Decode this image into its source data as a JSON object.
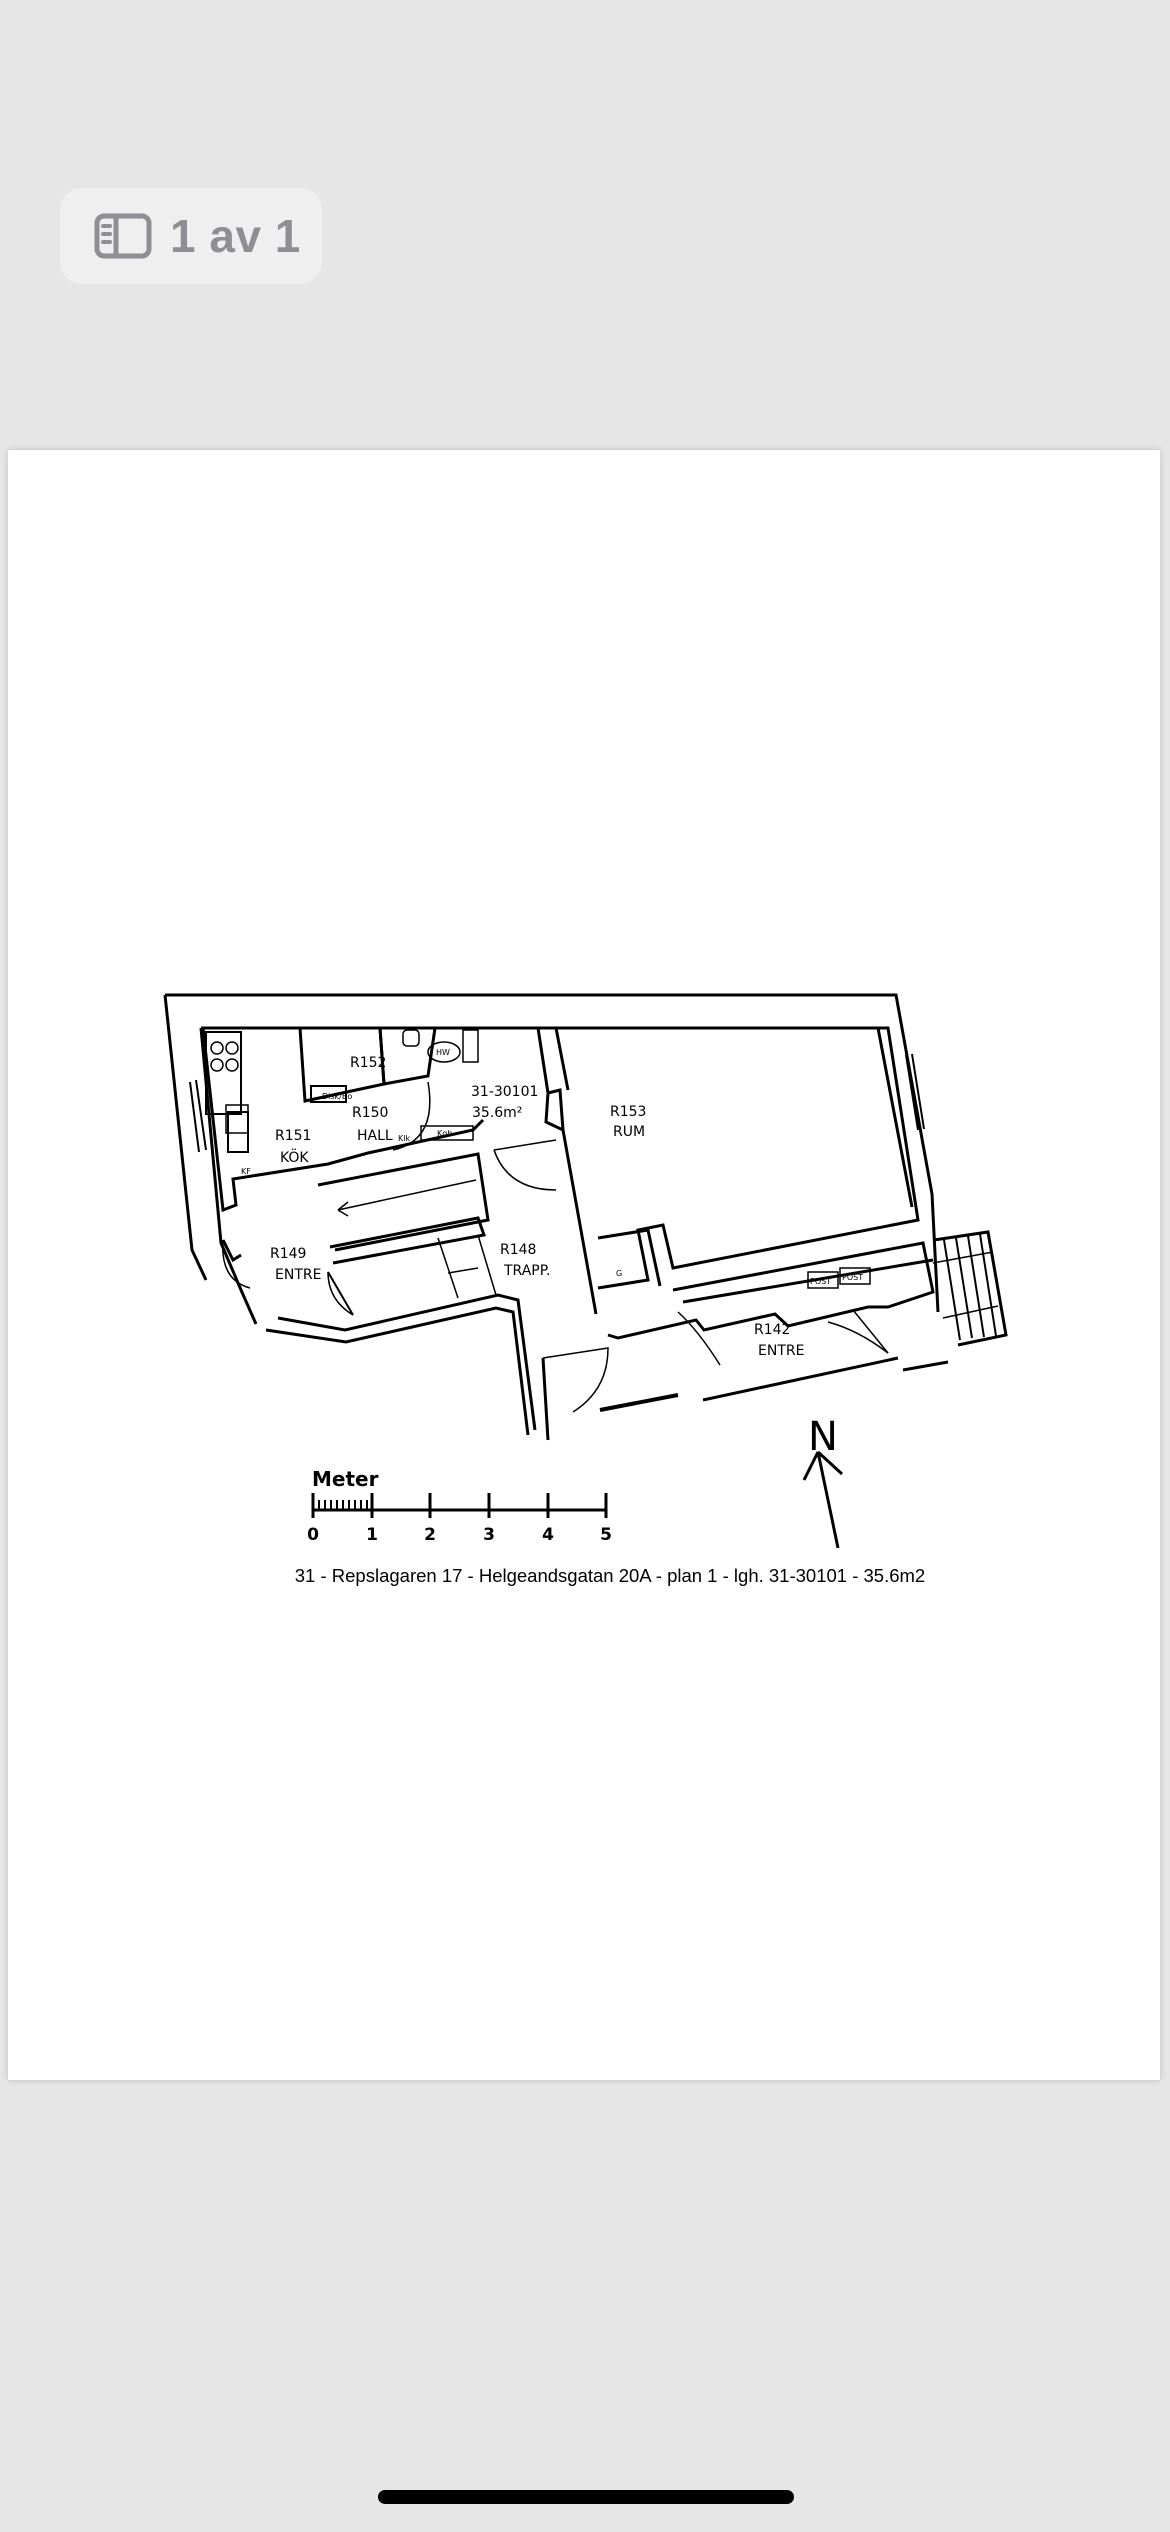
{
  "viewer": {
    "page_indicator": "1 av 1",
    "icon": "sidebar-icon"
  },
  "floorplan": {
    "rooms": {
      "r152": "R152",
      "r150": "R150",
      "r150_name": "HALL",
      "r151": "R151",
      "r151_name": "KÖK",
      "apt_id": "31-30101",
      "apt_area": "35.6m²",
      "r153": "R153",
      "r153_name": "RUM",
      "r149": "R149",
      "r149_name": "ENTRE",
      "r148": "R148",
      "r148_name": "TRAPP.",
      "r142": "R142",
      "r142_name": "ENTRE"
    },
    "fixtures": {
      "disk": "Disk/Bo",
      "hw": "HW",
      "kf": "KF",
      "klk": "Klk",
      "kgh": "Kgh",
      "g": "G",
      "post1": "POST",
      "post2": "POST"
    },
    "scale": {
      "label": "Meter",
      "ticks": [
        "0",
        "1",
        "2",
        "3",
        "4",
        "5"
      ]
    },
    "north": "N",
    "caption": "31 - Repslagaren 17 - Helgeandsgatan 20A - plan 1 - lgh. 31-30101 - 35.6m2"
  }
}
